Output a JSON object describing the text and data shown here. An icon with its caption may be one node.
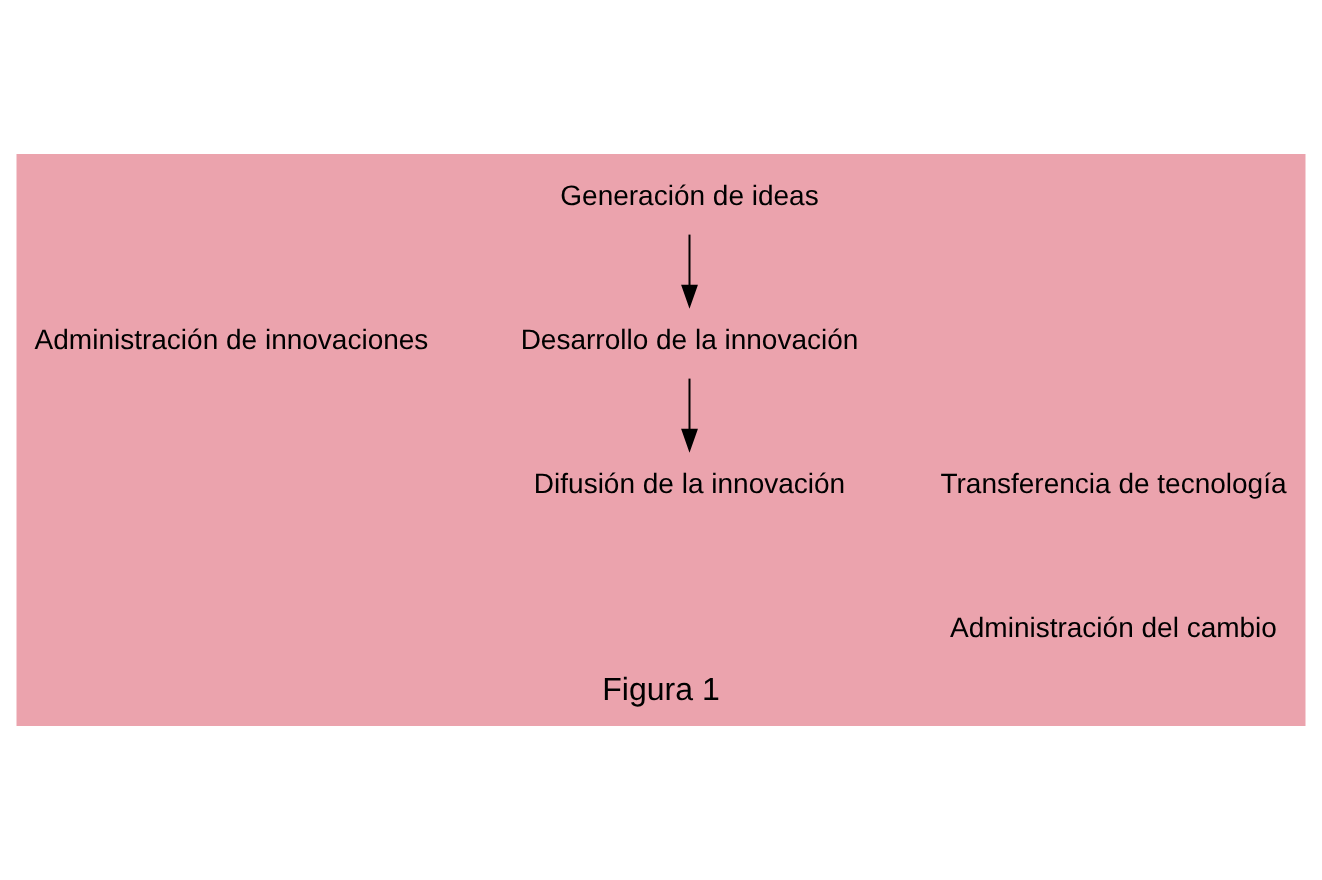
{
  "diagram": {
    "caption": "Figura 1",
    "nodes": [
      {
        "text": [
          "Administración de innovaciones"
        ]
      },
      {
        "text": [
          "Generación de ideas"
        ]
      },
      {
        "text": [
          "Desarrollo de la innovación"
        ]
      },
      {
        "text": [
          "Difusión de la innovación"
        ]
      },
      {
        "text": [
          "Transferencia de tecnología"
        ]
      },
      {
        "text": [
          "Administración del cambio"
        ]
      }
    ],
    "edges": [
      {
        "from": 1,
        "to": 2,
        "arrow": "to"
      },
      {
        "from": 2,
        "to": 3,
        "arrow": "to"
      }
    ]
  }
}
